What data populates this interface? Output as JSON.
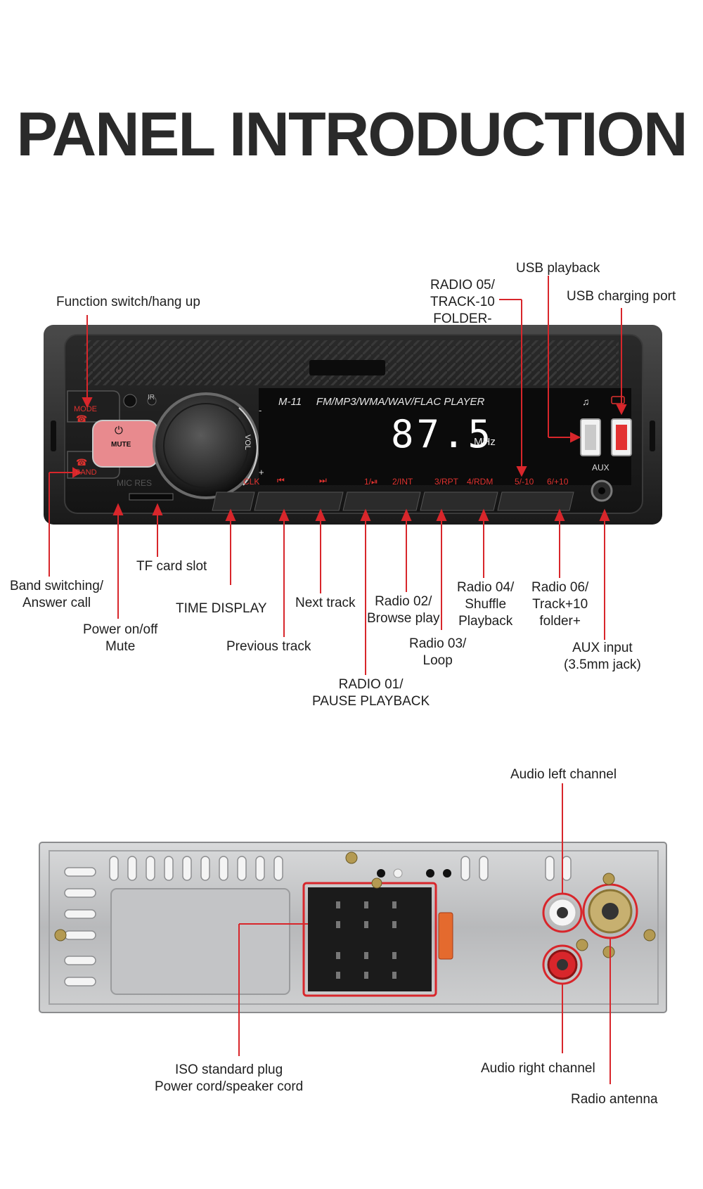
{
  "title": "PANEL INTRODUCTION",
  "colors": {
    "accent": "#d8262b",
    "panel": "#1c1c1c",
    "display_text": "#ffffff",
    "button_text": "#e0322f"
  },
  "front_panel": {
    "model": "M-11",
    "formats": "FM/MP3/WMA/WAV/FLAC  PLAYER",
    "frequency": "87.5",
    "unit": "MHz",
    "mode_btn": "MODE",
    "mute_btn": "MUTE",
    "band_btn": "BAND",
    "ir": "IR",
    "mic": "MIC",
    "res": "RES",
    "vol": "VOL",
    "vol_minus": "-",
    "vol_plus": "+",
    "aux": "AUX",
    "buttons": [
      "CLK",
      "⏮",
      "⏭",
      "1/⏯",
      "2/INT",
      "3/RPT",
      "4/RDM",
      "5/-10",
      "6/+10"
    ]
  },
  "front_labels": {
    "function_switch": "Function switch/hang up",
    "radio05": [
      "RADIO 05/",
      "TRACK-10",
      "FOLDER-"
    ],
    "usb_playback": "USB playback",
    "usb_charging": "USB charging port",
    "band_switching": [
      "Band switching/",
      "Answer call"
    ],
    "tf_card": "TF card slot",
    "power": [
      "Power on/off",
      "Mute"
    ],
    "time_display": "TIME DISPLAY",
    "previous_track": "Previous track",
    "next_track": "Next track",
    "radio01": [
      "RADIO 01/",
      "PAUSE PLAYBACK"
    ],
    "radio02": [
      "Radio 02/",
      "Browse play"
    ],
    "radio03": [
      "Radio 03/",
      "Loop"
    ],
    "radio04": [
      "Radio 04/",
      "Shuffle",
      "Playback"
    ],
    "radio06": [
      "Radio 06/",
      "Track+10",
      "folder+"
    ],
    "aux_input": [
      "AUX input",
      "(3.5mm jack)"
    ]
  },
  "rear_labels": {
    "audio_left": "Audio left channel",
    "iso_plug": [
      "ISO standard plug",
      "Power cord/speaker cord"
    ],
    "audio_right": "Audio right channel",
    "radio_antenna": "Radio antenna"
  }
}
